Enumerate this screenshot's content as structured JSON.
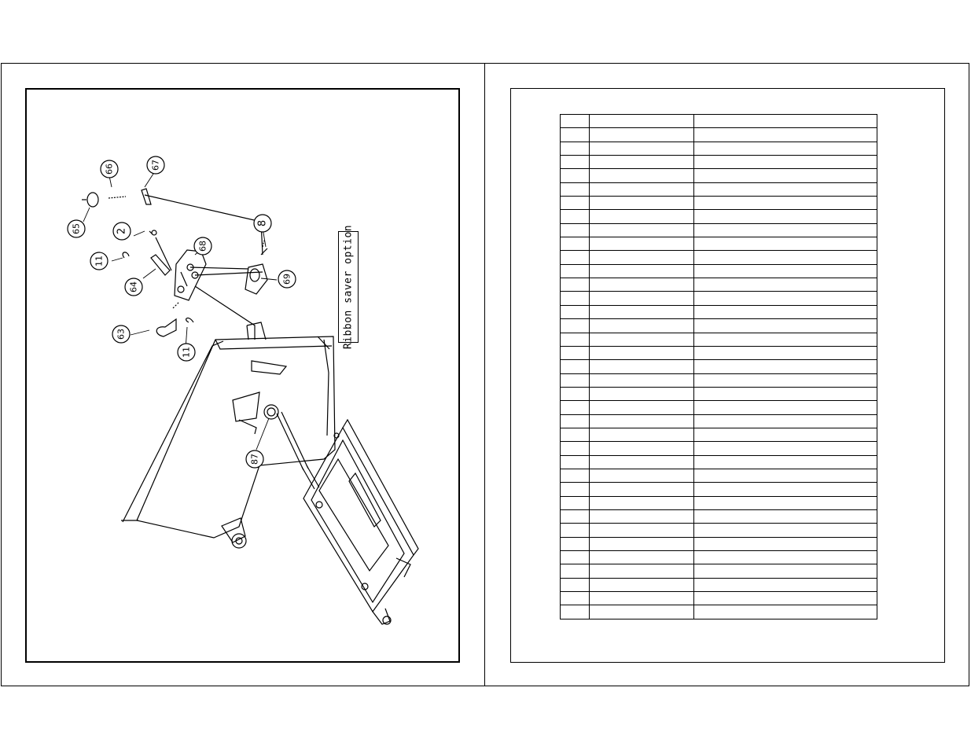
{
  "diagram": {
    "caption": "Ribbon saver option",
    "callouts": [
      "66",
      "67",
      "65",
      "2",
      "8",
      "11",
      "68",
      "69",
      "64",
      "63",
      "11",
      "87"
    ]
  },
  "parts_table": {
    "row_count": 37
  }
}
